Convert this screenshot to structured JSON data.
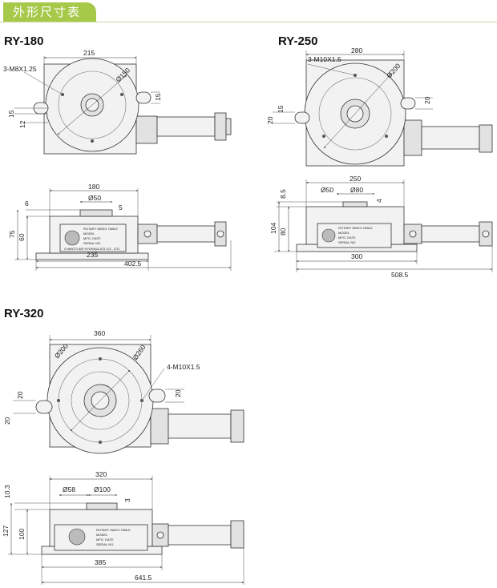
{
  "header": {
    "title": "外形尺寸表"
  },
  "models": [
    {
      "name": "RY-180",
      "top": {
        "width": "215",
        "hole_spec": "3-M8X1.25",
        "dia": "Ø150",
        "d1": "15",
        "d2": "15",
        "d3": "12"
      },
      "side": {
        "top_width": "180",
        "dia": "Ø50",
        "d_top": "6",
        "d_pin": "5",
        "h_total": "75",
        "h_body": "60",
        "base_len": "235",
        "total_len": "402.5"
      }
    },
    {
      "name": "RY-250",
      "top": {
        "width": "280",
        "hole_spec": "3-M10X1.5",
        "dia": "Ø200",
        "d1": "20",
        "d2": "15",
        "d3": "20"
      },
      "side": {
        "top_width": "250",
        "dia_small": "Ø50",
        "dia": "Ø80",
        "d_top": "8.5",
        "d_pin": "4",
        "h_total": "104",
        "h_body": "80",
        "base_len": "300",
        "total_len": "508.5"
      }
    },
    {
      "name": "RY-320",
      "top": {
        "width": "360",
        "hole_spec": "4-M10X1.5",
        "dia_inner": "Ø200",
        "dia_outer": "Ø260",
        "d1": "20",
        "d2": "20",
        "d3": "20"
      },
      "side": {
        "top_width": "320",
        "dia_small": "Ø58",
        "dia": "Ø100",
        "d_top": "10.3",
        "d_pin": "3",
        "h_total": "127",
        "h_body": "100",
        "base_len": "385",
        "total_len": "641.5"
      }
    }
  ],
  "nameplate": {
    "title": "ROTARY INDEX TABLE",
    "model": "MODEL",
    "mfg_date": "MFG. DATE",
    "serial": "SERIAL NO.",
    "maker": "CHANTO AIR HYDRAULICS CO., LTD."
  }
}
